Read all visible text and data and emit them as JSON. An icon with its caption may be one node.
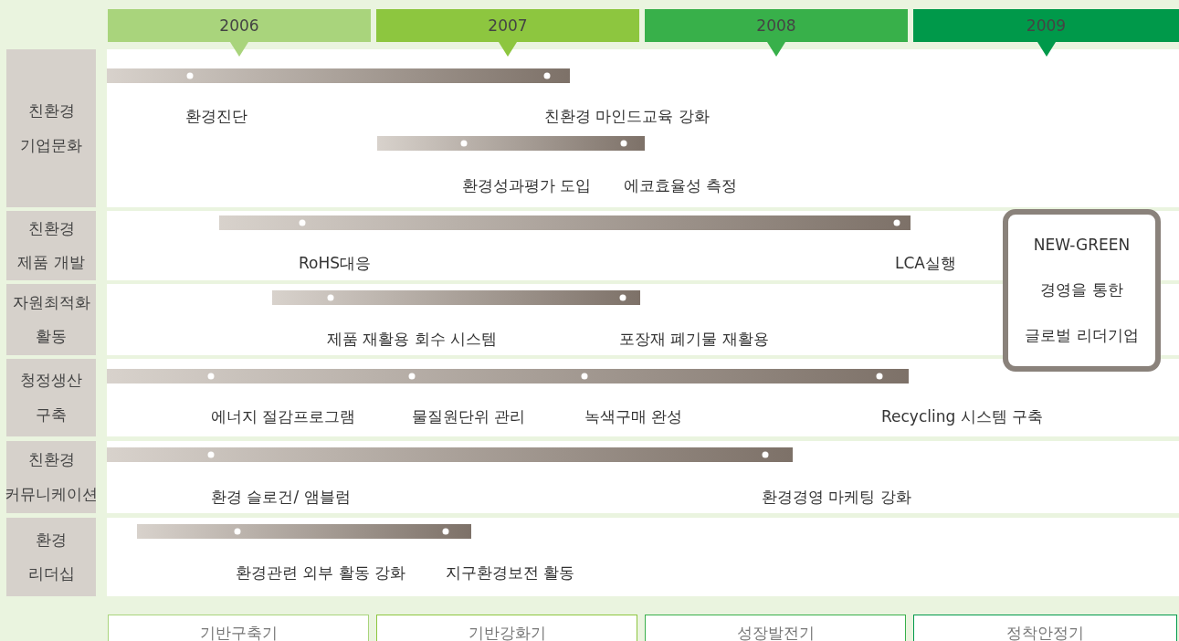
{
  "diagram": {
    "nodes": [
      {
        "text": [
          "2006"
        ]
      },
      {
        "text": [
          "2007"
        ]
      },
      {
        "text": [
          "2008"
        ]
      },
      {
        "text": [
          "2009"
        ]
      },
      {
        "text": [
          "친환경 기업문화"
        ]
      },
      {
        "text": [
          "친환경 제품 개발"
        ]
      },
      {
        "text": [
          "자원최적화 활동"
        ]
      },
      {
        "text": [
          "청정생산 구축"
        ]
      },
      {
        "text": [
          "친환경 커뮤니케이션"
        ]
      },
      {
        "text": [
          "환경 리더십"
        ]
      },
      {
        "text": [
          "NEW-GREEN 경영을 통한 글로벌 리더기업"
        ]
      },
      {
        "text": [
          "기반구축기"
        ]
      },
      {
        "text": [
          "기반강화기"
        ]
      },
      {
        "text": [
          "성장발전기"
        ]
      },
      {
        "text": [
          "정착안정기"
        ]
      }
    ],
    "edges": [],
    "labels": [
      "환경진단",
      "친환경 마인드교육 강화",
      "환경성과평가 도입",
      "에코효율성 측정",
      "RoHS대응",
      "LCA실행",
      "제품 재활용 회수 시스템",
      "포장재 폐기물 재활용",
      "에너지 절감프로그램",
      "물질원단위 관리",
      "녹색구매 완성",
      "Recycling 시스템 구축",
      "환경 슬로건/ 앰블럼",
      "환경경영 마케팅 강화",
      "환경관련 외부 활동 강화",
      "지구환경보전 활동"
    ]
  }
}
